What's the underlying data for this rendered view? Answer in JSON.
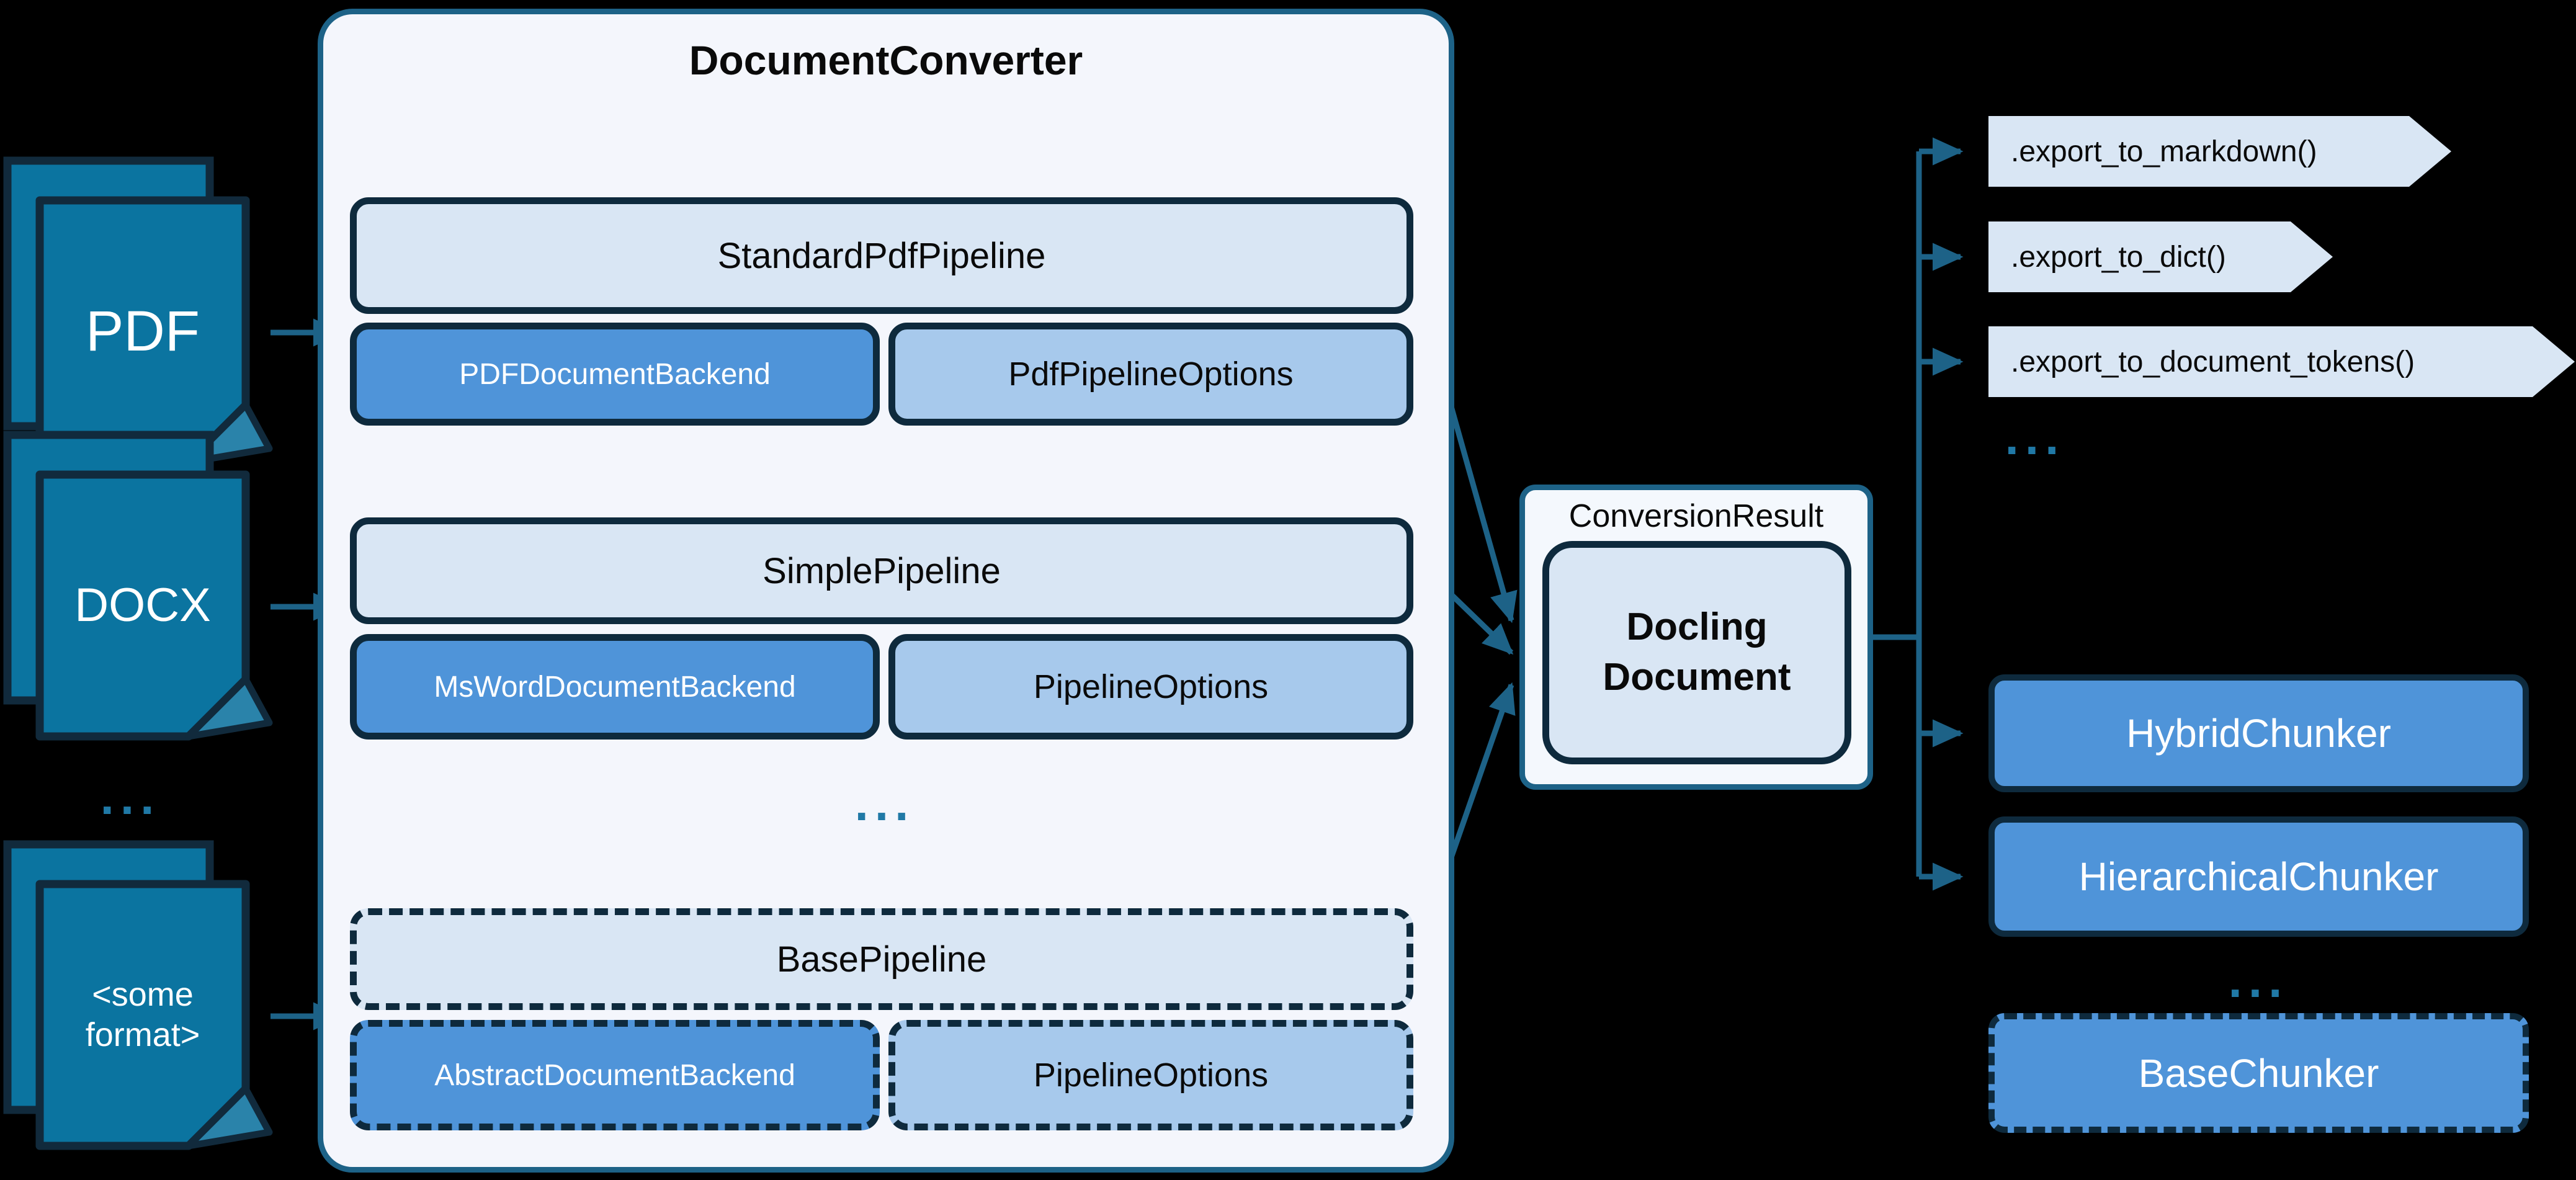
{
  "colors": {
    "background": "#000000",
    "container_fill": "#f4f6fc",
    "accent_teal": "#1d6287",
    "dark_border": "#0e2a3d",
    "medium_blue": "#4f94d9",
    "light_blue": "#a7c9ec",
    "pale_blue": "#d9e6f4",
    "icon_teal": "#0b74a0",
    "dots_teal": "#2079a6"
  },
  "inputs": {
    "items": [
      {
        "label": "PDF"
      },
      {
        "label": "DOCX"
      },
      {
        "label": "<some format>"
      }
    ],
    "ellipsis": "..."
  },
  "converter": {
    "title": "DocumentConverter",
    "pipelines": [
      {
        "pipeline": "StandardPdfPipeline",
        "backend": "PDFDocumentBackend",
        "options": "PdfPipelineOptions"
      },
      {
        "pipeline": "SimplePipeline",
        "backend": "MsWordDocumentBackend",
        "options": "PipelineOptions"
      },
      {
        "pipeline": "BasePipeline",
        "backend": "AbstractDocumentBackend",
        "options": "PipelineOptions"
      }
    ],
    "ellipsis": "..."
  },
  "result": {
    "label": "ConversionResult",
    "document": "Docling Document"
  },
  "exports": {
    "methods": [
      ".export_to_markdown()",
      ".export_to_dict()",
      ".export_to_document_tokens()"
    ],
    "ellipsis": "..."
  },
  "chunkers": {
    "items": [
      "HybridChunker",
      "HierarchicalChunker"
    ],
    "ellipsis": "...",
    "base": "BaseChunker"
  }
}
